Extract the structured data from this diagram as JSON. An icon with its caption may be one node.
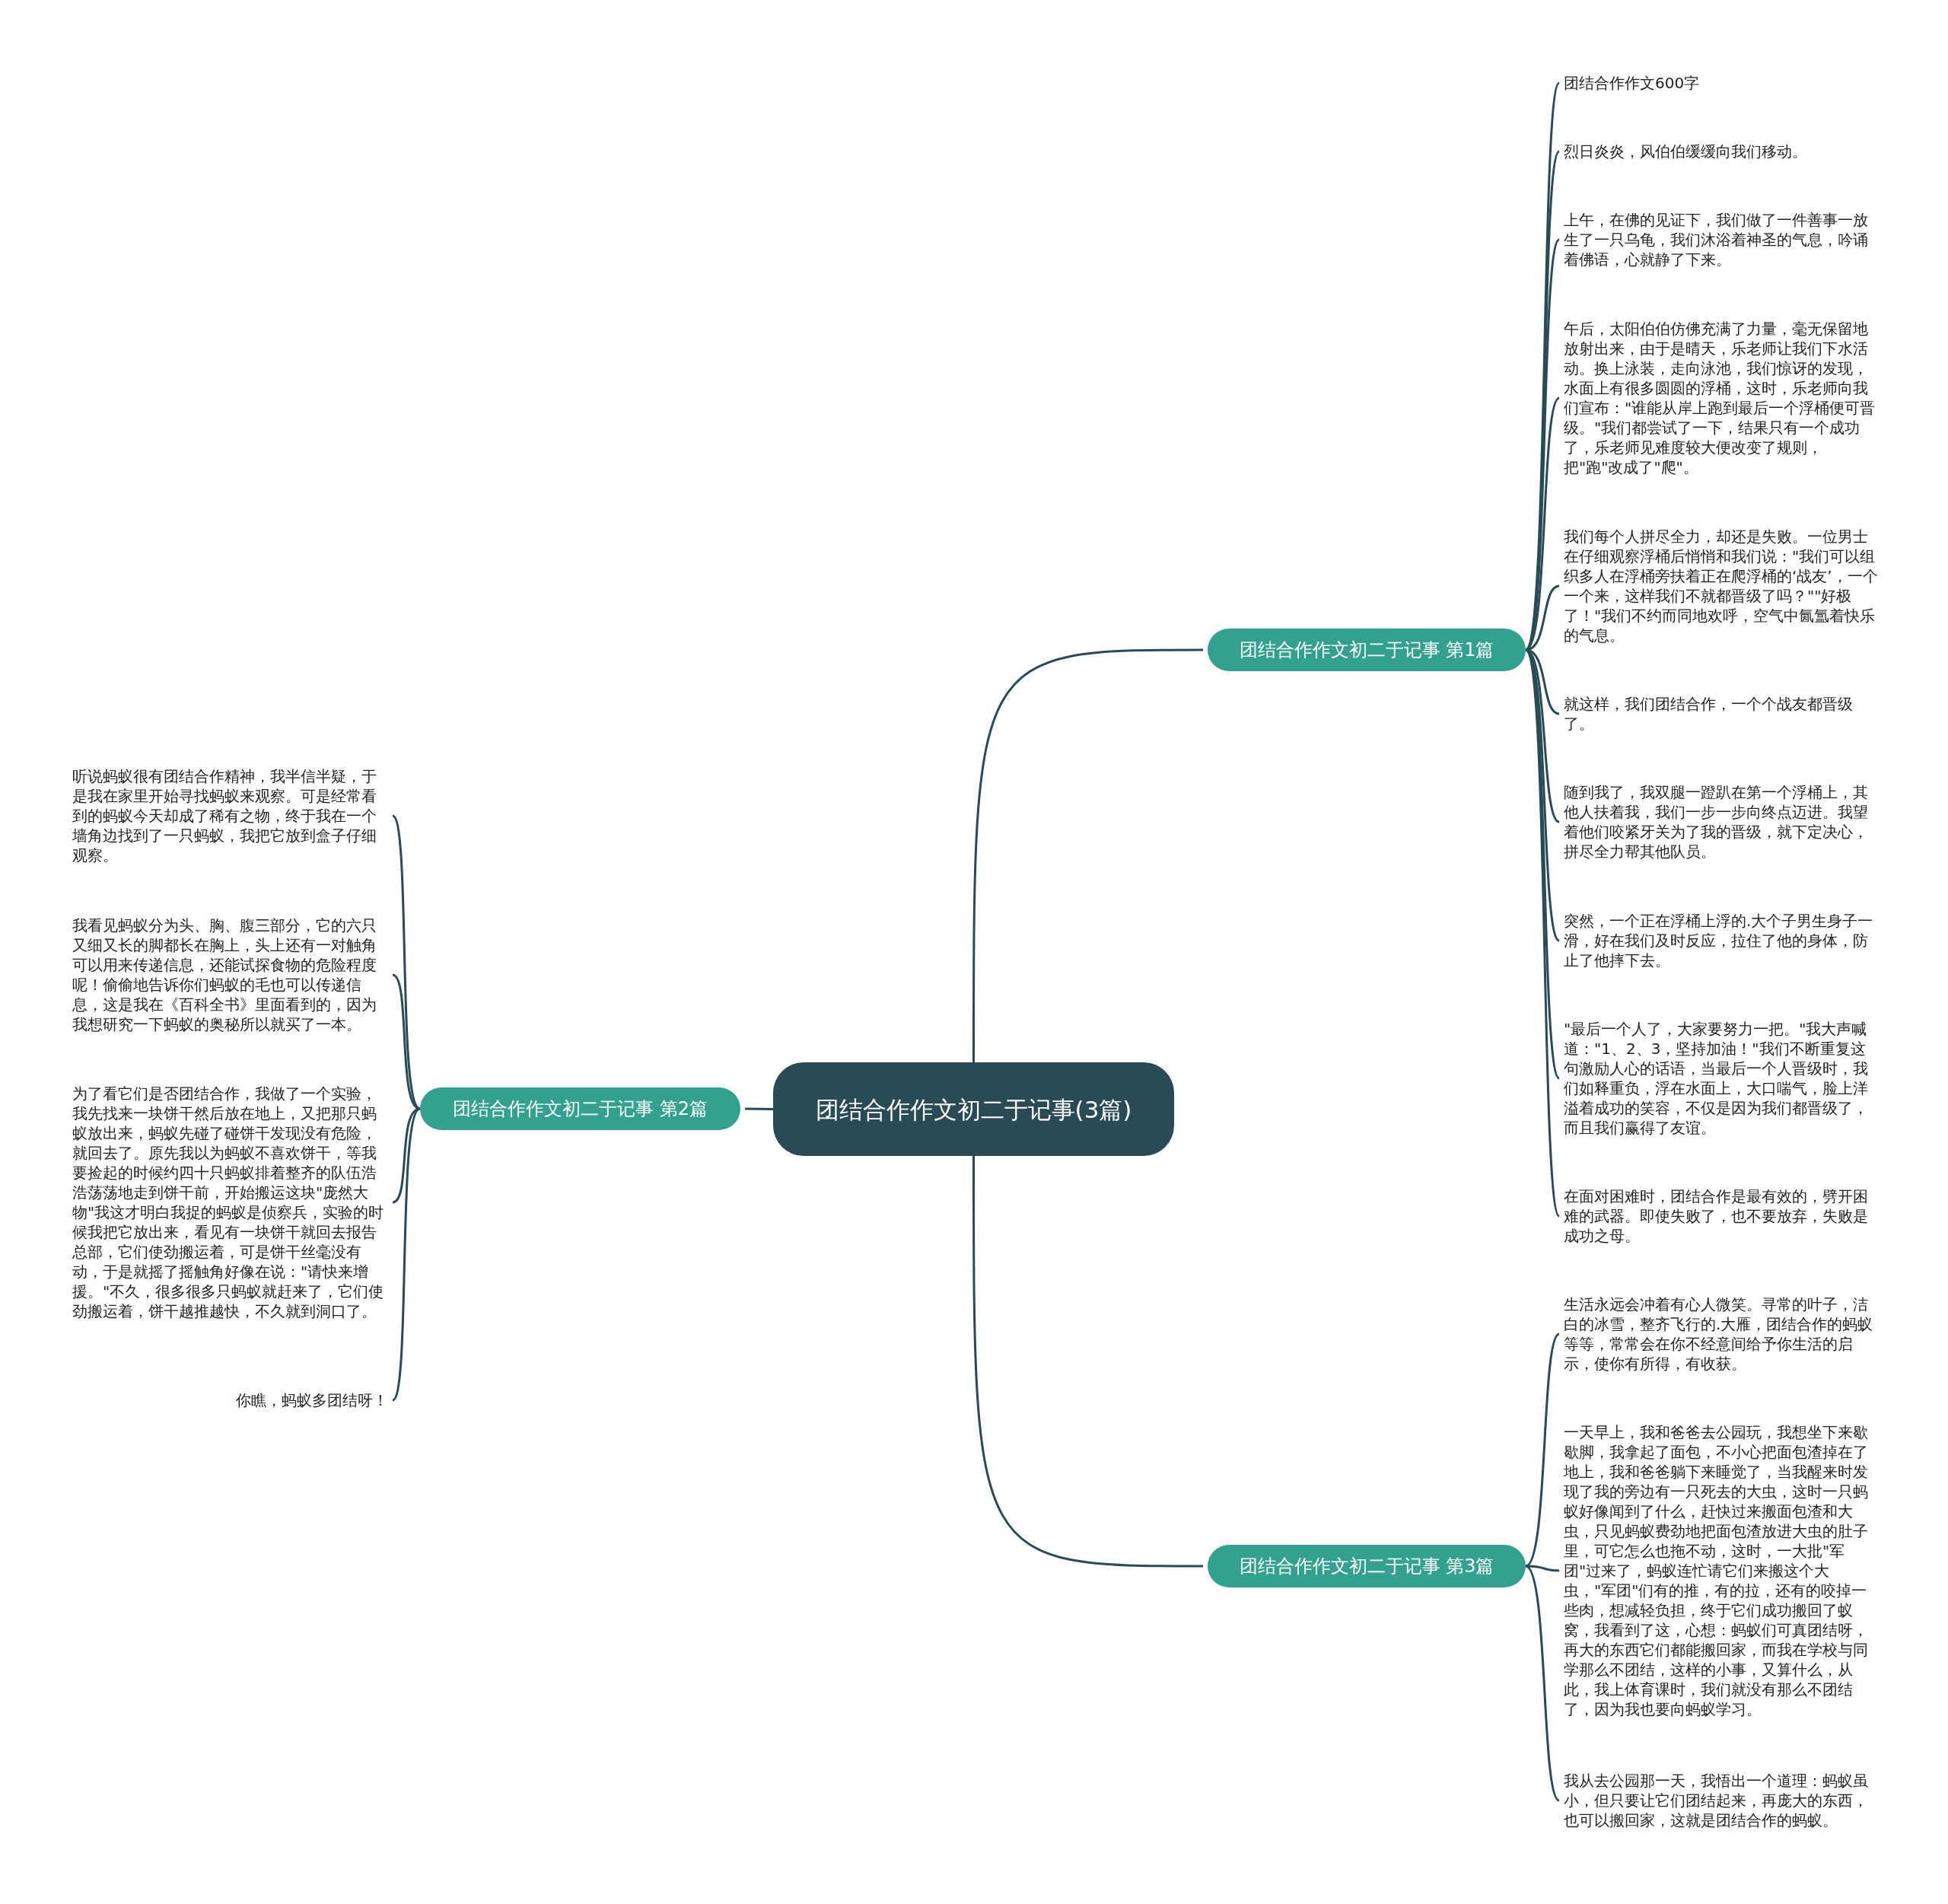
{
  "diagram": {
    "nodes": [
      {
        "text": [
          "团结合作作文初二于记事(3篇)"
        ]
      },
      {
        "text": [
          "团结合作作文初二于记事 第1篇"
        ]
      },
      {
        "text": [
          "团结合作作文600字"
        ]
      },
      {
        "text": [
          "烈日炎炎，风伯伯缓缓向我们移动。"
        ]
      },
      {
        "text": [
          "上午，在佛的见证下，我们做了一件善事一放生了一只乌龟，我们沐浴着神圣的气息，吟诵着佛语，心就静了下来。"
        ]
      },
      {
        "text": [
          "午后，太阳伯伯仿佛充满了力量，毫无保留地放射出来，由于是晴天，乐老师让我们下水活动。换上泳装，走向泳池，我们惊讶的发现，水面上有很多圆圆的浮桶，这时，乐老师向我们宣布：\"谁能从岸上跑到最后一个浮桶便可晋级。\"我们都尝试了一下，结果只有一个成功了，乐老师见难度较大便改变了规则，把\"跑\"改成了\"爬\"。"
        ]
      },
      {
        "text": [
          "我们每个人拼尽全力，却还是失败。一位男士在仔细观察浮桶后悄悄和我们说：\"我们可以组织多人在浮桶旁扶着正在爬浮桶的‘战友’，一个一个来，这样我们不就都晋级了吗？\"\"好极了！\"我们不约而同地欢呼，空气中氤氲着快乐的气息。"
        ]
      },
      {
        "text": [
          "就这样，我们团结合作，一个个战友都晋级了。"
        ]
      },
      {
        "text": [
          "随到我了，我双腿一蹬趴在第一个浮桶上，其他人扶着我，我们一步一步向终点迈进。我望着他们咬紧牙关为了我的晋级，就下定决心，拼尽全力帮其他队员。"
        ]
      },
      {
        "text": [
          "突然，一个正在浮桶上浮的.大个子男生身子一滑，好在我们及时反应，拉住了他的身体，防止了他摔下去。"
        ]
      },
      {
        "text": [
          "\"最后一个人了，大家要努力一把。\"我大声喊道：\"1、2、3，坚持加油！\"我们不断重复这句激励人心的话语，当最后一个人晋级时，我们如释重负，浮在水面上，大口喘气，脸上洋溢着成功的笑容，不仅是因为我们都晋级了，而且我们赢得了友谊。"
        ]
      },
      {
        "text": [
          "在面对困难时，团结合作是最有效的，劈开困难的武器。即使失败了，也不要放弃，失败是成功之母。"
        ]
      },
      {
        "text": [
          "团结合作作文初二于记事 第2篇"
        ]
      },
      {
        "text": [
          "听说蚂蚁很有团结合作精神，我半信半疑，于是我在家里开始寻找蚂蚁来观察。可是经常看到的蚂蚁今天却成了稀有之物，终于我在一个墙角边找到了一只蚂蚁，我把它放到盒子仔细观察。"
        ]
      },
      {
        "text": [
          "我看见蚂蚁分为头、胸、腹三部分，它的六只又细又长的脚都长在胸上，头上还有一对触角可以用来传递信息，还能试探食物的危险程度呢！偷偷地告诉你们蚂蚁的毛也可以传递信息，这是我在《百科全书》里面看到的，因为我想研究一下蚂蚁的奥秘所以就买了一本。"
        ]
      },
      {
        "text": [
          "为了看它们是否团结合作，我做了一个实验，我先找来一块饼干然后放在地上，又把那只蚂蚁放出来，蚂蚁先碰了碰饼干发现没有危险，就回去了。原先我以为蚂蚁不喜欢饼干，等我要捡起的时候约四十只蚂蚁排着整齐的队伍浩浩荡荡地走到饼干前，开始搬运这块\"庞然大物\"我这才明白我捉的蚂蚁是侦察兵，实验的时候我把它放出来，看见有一块饼干就回去报告总部，它们使劲搬运着，可是饼干丝毫没有动，于是就摇了摇触角好像在说：\"请快来增援。\"不久，很多很多只蚂蚁就赶来了，它们使劲搬运着，饼干越推越快，不久就到洞口了。"
        ]
      },
      {
        "text": [
          "你瞧，蚂蚁多团结呀！"
        ]
      },
      {
        "text": [
          "团结合作作文初二于记事 第3篇"
        ]
      },
      {
        "text": [
          "生活永远会冲着有心人微笑。寻常的叶子，洁白的冰雪，整齐飞行的.大雁，团结合作的蚂蚁等等，常常会在你不经意间给予你生活的启示，使你有所得，有收获。"
        ]
      },
      {
        "text": [
          "一天早上，我和爸爸去公园玩，我想坐下来歇歇脚，我拿起了面包，不小心把面包渣掉在了地上，我和爸爸躺下来睡觉了，当我醒来时发现了我的旁边有一只死去的大虫，这时一只蚂蚁好像闻到了什么，赶快过来搬面包渣和大虫，只见蚂蚁费劲地把面包渣放进大虫的肚子里，可它怎么也拖不动，这时，一大批\"军团\"过来了，蚂蚁连忙请它们来搬这个大虫，\"军团\"们有的推，有的拉，还有的咬掉一些肉，想减轻负担，终于它们成功搬回了蚁窝，我看到了这，心想：蚂蚁们可真团结呀，再大的东西它们都能搬回家，而我在学校与同学那么不团结，这样的小事，又算什么，从此，我上体育课时，我们就没有那么不团结了，因为我也要向蚂蚁学习。"
        ]
      },
      {
        "text": [
          "我从去公园那一天，我悟出一个道理：蚂蚁虽小，但只要让它们团结起来，再庞大的东西，也可以搬回家，这就是团结合作的蚂蚁。"
        ]
      }
    ],
    "edges": [
      {
        "from": 0,
        "to": 1,
        "arrow": "none"
      },
      {
        "from": 1,
        "to": 2,
        "arrow": "none"
      },
      {
        "from": 1,
        "to": 3,
        "arrow": "none"
      },
      {
        "from": 1,
        "to": 4,
        "arrow": "none"
      },
      {
        "from": 1,
        "to": 5,
        "arrow": "none"
      },
      {
        "from": 1,
        "to": 6,
        "arrow": "none"
      },
      {
        "from": 1,
        "to": 7,
        "arrow": "none"
      },
      {
        "from": 1,
        "to": 8,
        "arrow": "none"
      },
      {
        "from": 1,
        "to": 9,
        "arrow": "none"
      },
      {
        "from": 1,
        "to": 10,
        "arrow": "none"
      },
      {
        "from": 1,
        "to": 11,
        "arrow": "none"
      },
      {
        "from": 0,
        "to": 12,
        "arrow": "none"
      },
      {
        "from": 12,
        "to": 13,
        "arrow": "none"
      },
      {
        "from": 12,
        "to": 14,
        "arrow": "none"
      },
      {
        "from": 12,
        "to": 15,
        "arrow": "none"
      },
      {
        "from": 12,
        "to": 16,
        "arrow": "none"
      },
      {
        "from": 0,
        "to": 17,
        "arrow": "none"
      },
      {
        "from": 17,
        "to": 18,
        "arrow": "none"
      },
      {
        "from": 17,
        "to": 19,
        "arrow": "none"
      },
      {
        "from": 17,
        "to": 20,
        "arrow": "none"
      }
    ]
  }
}
